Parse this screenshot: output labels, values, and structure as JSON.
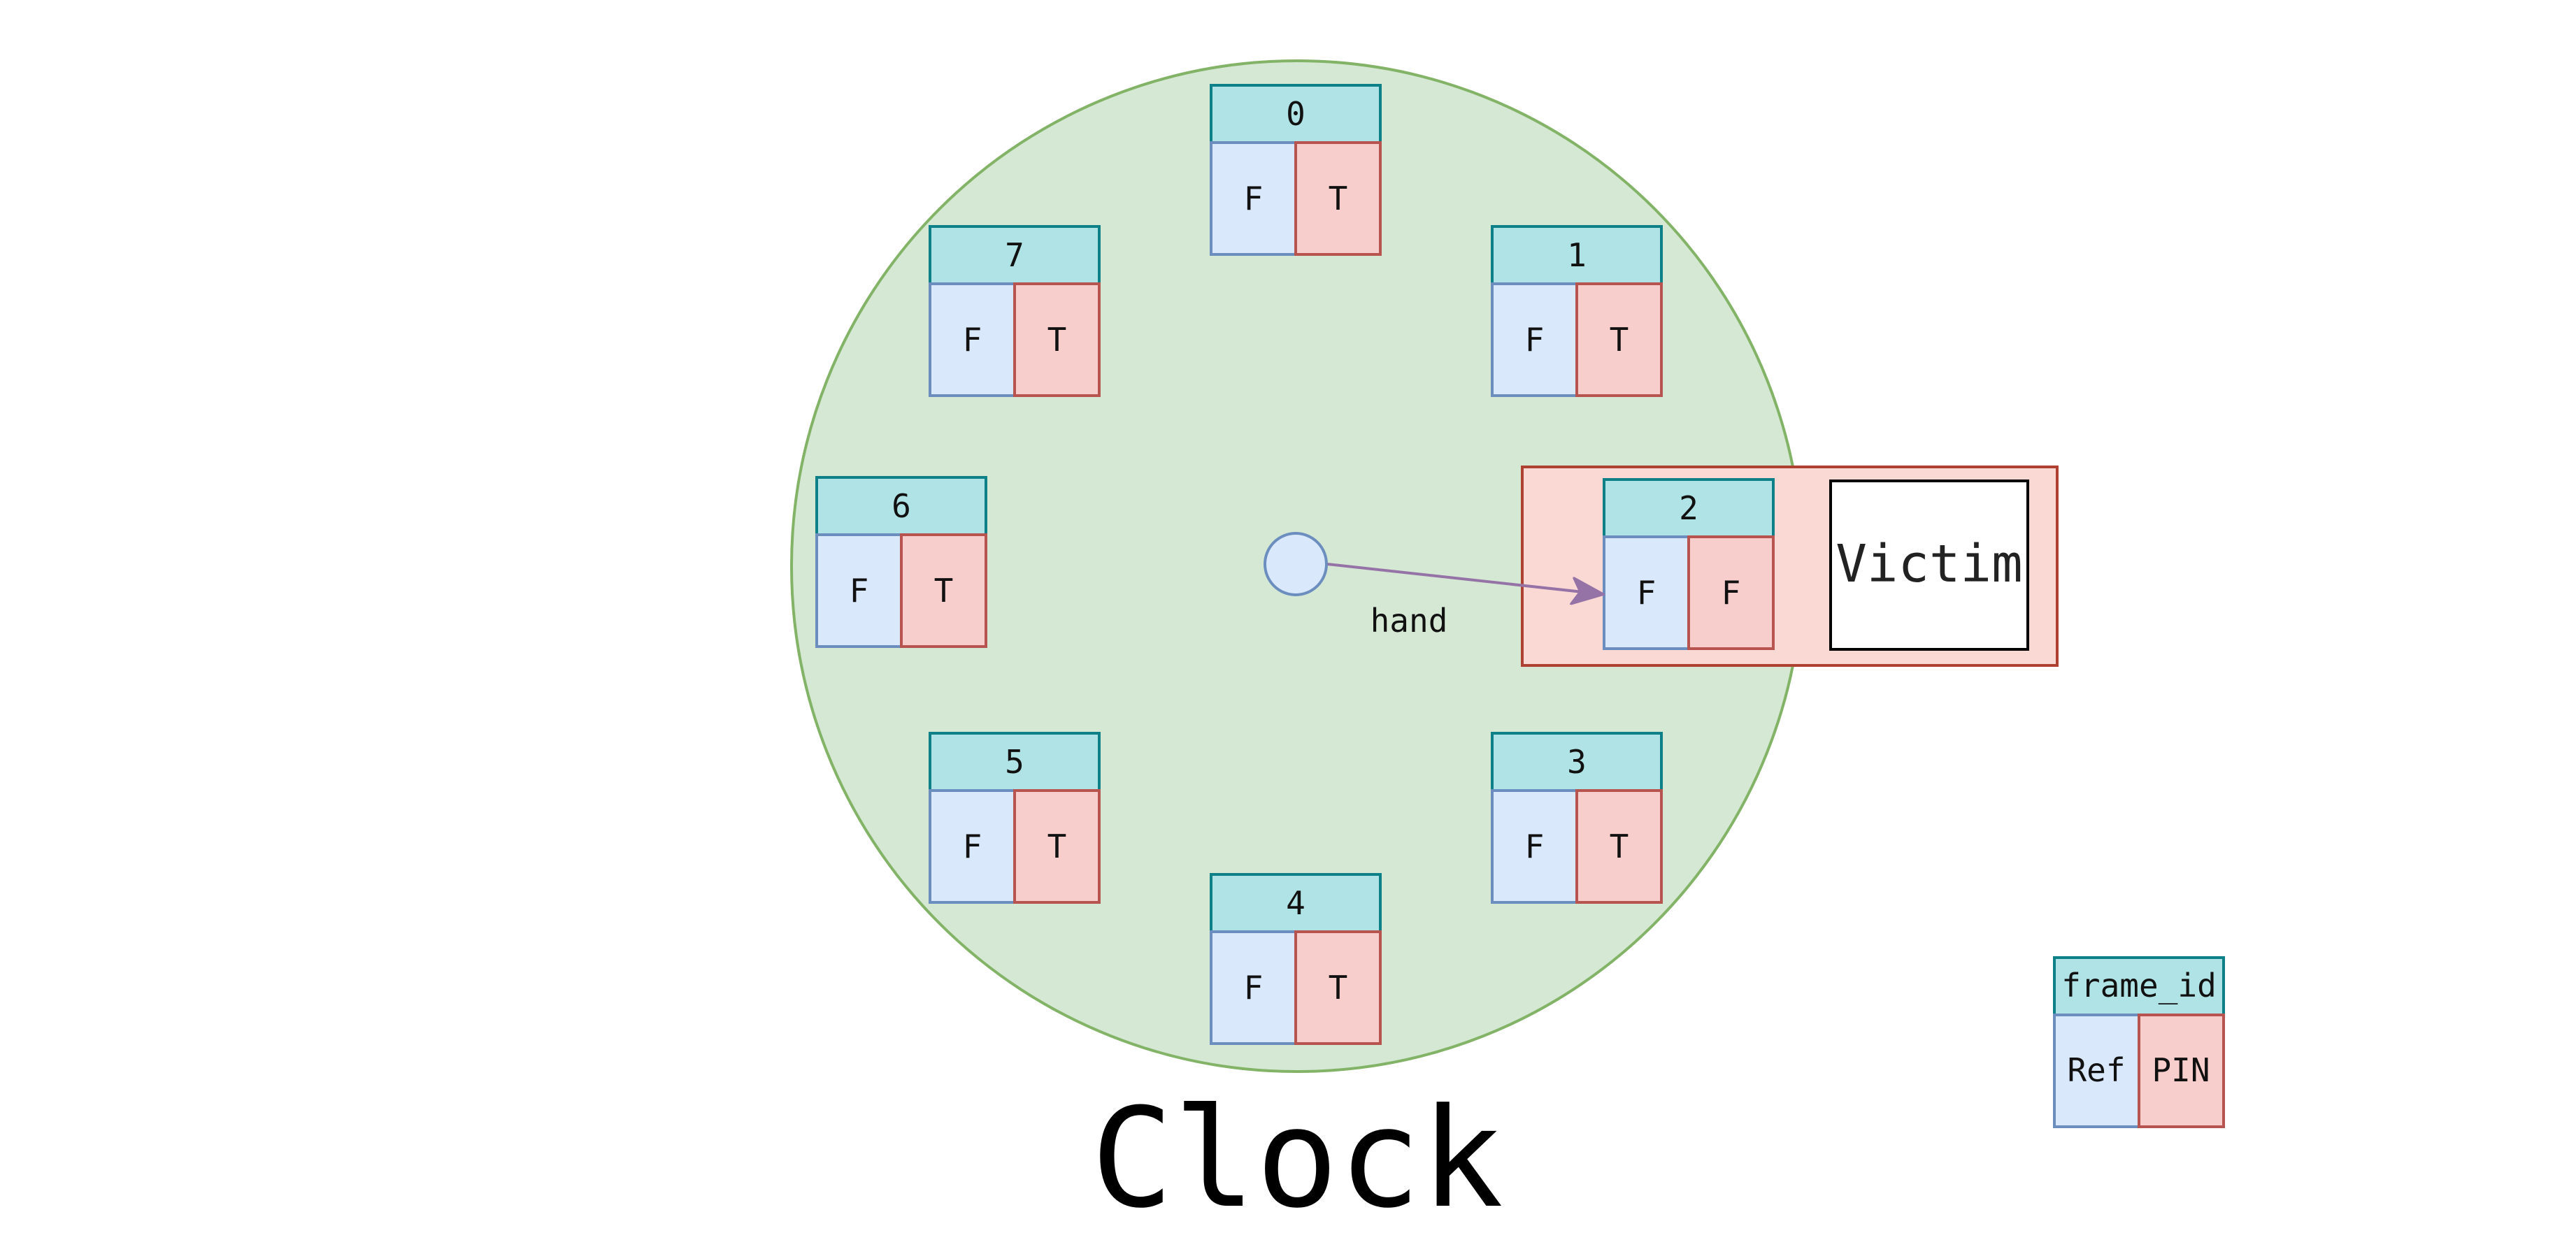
{
  "colors": {
    "clock_fill": "#d5e8d4",
    "clock_stroke": "#82b366",
    "header_fill": "#b0e3e6",
    "header_stroke": "#0e8088",
    "ref_fill": "#dae8fc",
    "ref_stroke": "#6c8ebf",
    "pin_fill": "#f8cecc",
    "pin_stroke": "#b85450",
    "victim_box_fill": "#fad9d5",
    "victim_box_stroke": "#ae4132",
    "hand_stroke": "#9673a6"
  },
  "title": "Clock",
  "hand": {
    "label": "hand"
  },
  "victim": {
    "label": "Victim"
  },
  "frames": [
    {
      "id": "0",
      "ref": "F",
      "pin": "T"
    },
    {
      "id": "1",
      "ref": "F",
      "pin": "T"
    },
    {
      "id": "2",
      "ref": "F",
      "pin": "F"
    },
    {
      "id": "3",
      "ref": "F",
      "pin": "T"
    },
    {
      "id": "4",
      "ref": "F",
      "pin": "T"
    },
    {
      "id": "5",
      "ref": "F",
      "pin": "T"
    },
    {
      "id": "6",
      "ref": "F",
      "pin": "T"
    },
    {
      "id": "7",
      "ref": "F",
      "pin": "T"
    }
  ],
  "legend": {
    "header": "frame_id",
    "ref": "Ref",
    "pin": "PIN"
  }
}
